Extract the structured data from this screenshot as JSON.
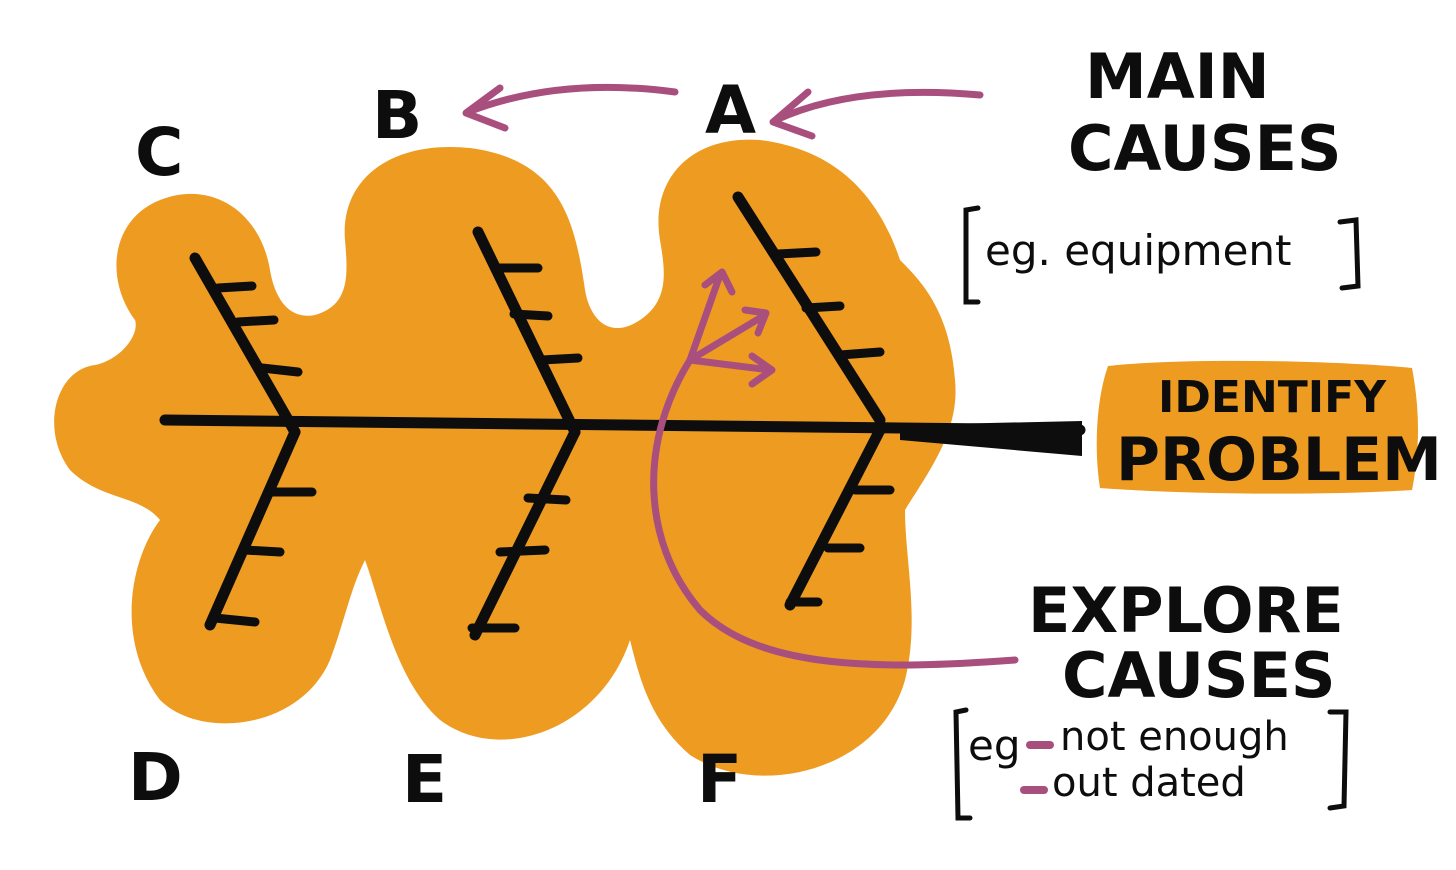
{
  "colors": {
    "body": "#ee9b22",
    "ink": "#0d0d0d",
    "accent": "#a94f7e",
    "background": "#ffffff"
  },
  "labels": {
    "A": "A",
    "B": "B",
    "C": "C",
    "D": "D",
    "E": "E",
    "F": "F"
  },
  "main_causes": {
    "title_line1": "MAIN",
    "title_line2": "CAUSES",
    "example": "eg. equipment"
  },
  "problem": {
    "line1": "IDENTIFY",
    "line2": "PROBLEM"
  },
  "explore_causes": {
    "title_line1": "EXPLORE",
    "title_line2": "CAUSES",
    "example_prefix": "eg",
    "example_item1": "not enough",
    "example_item2": "out dated"
  }
}
